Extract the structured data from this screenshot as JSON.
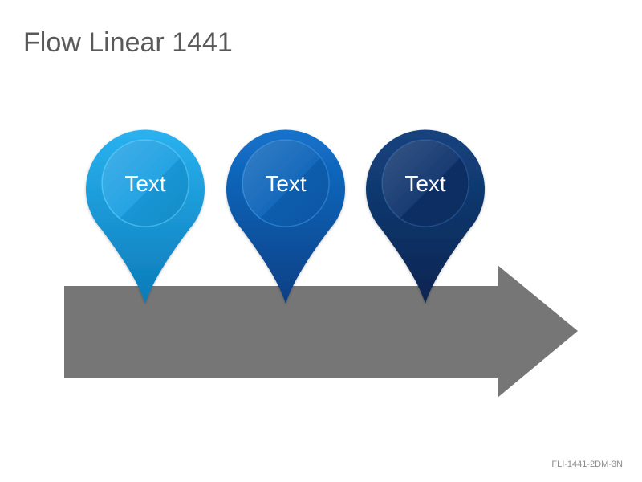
{
  "title": "Flow Linear 1441",
  "code": "FLI-1441-2DM-3N",
  "arrow": {
    "color": "#767676"
  },
  "pins": [
    {
      "label": "Text",
      "color_top": "#1fa8ea",
      "color_bottom": "#0d7fc0",
      "circle": "#1a9de0"
    },
    {
      "label": "Text",
      "color_top": "#0e6cc6",
      "color_bottom": "#07468f",
      "circle": "#0a5fb5"
    },
    {
      "label": "Text",
      "color_top": "#123e7a",
      "color_bottom": "#0a2856",
      "circle": "#0d3169"
    }
  ]
}
